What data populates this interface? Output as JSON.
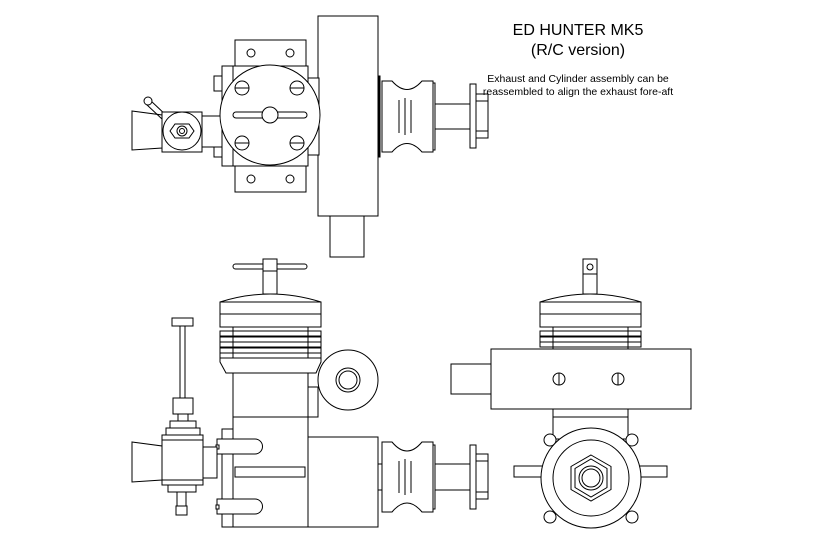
{
  "drawing": {
    "title": "ED HUNTER MK5",
    "subtitle": "(R/C version)",
    "note": "Exhaust and Cylinder assembly can be reassembled to align the exhaust fore-aft",
    "views": [
      "top-view",
      "side-view",
      "front-view"
    ],
    "line_color": "#000000",
    "background": "#ffffff"
  }
}
